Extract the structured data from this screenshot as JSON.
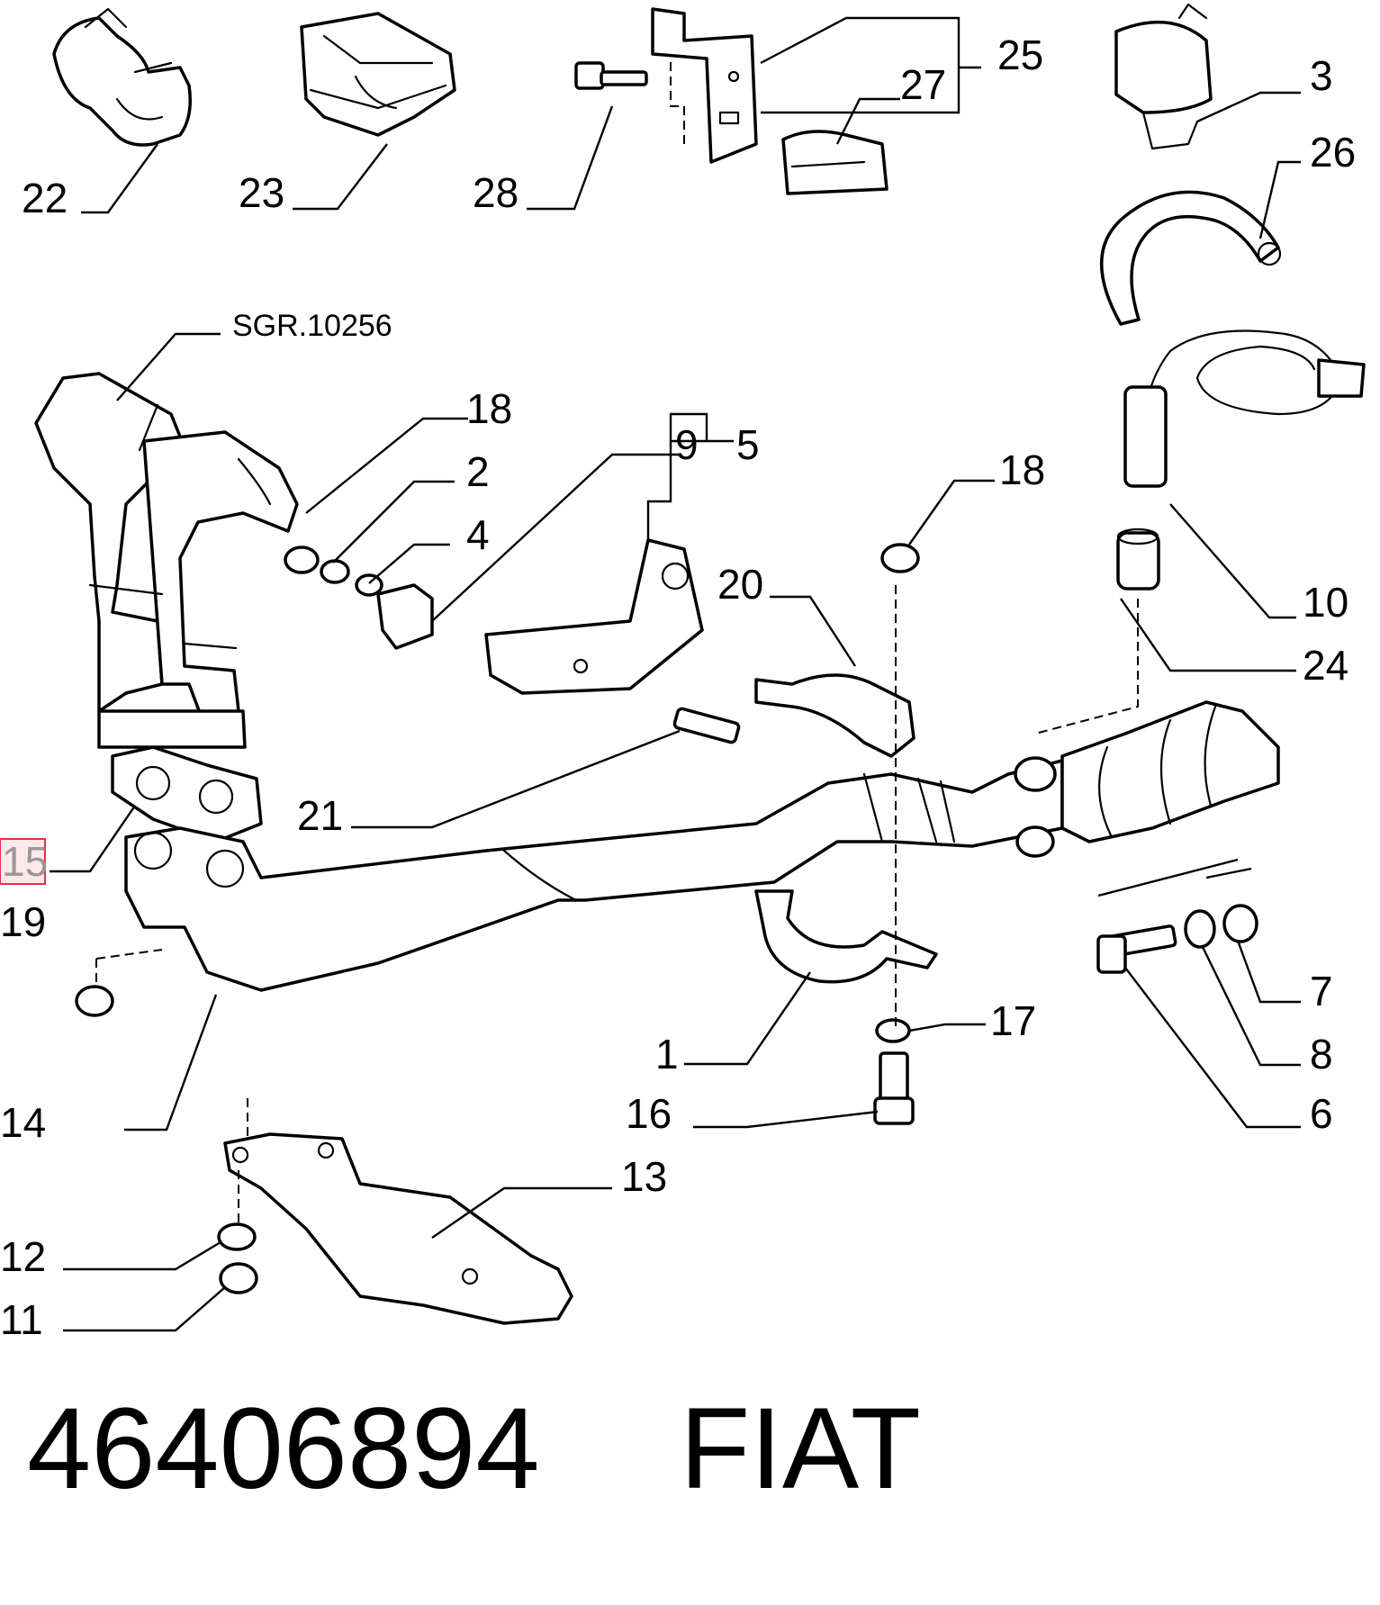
{
  "diagram": {
    "reference": "SGR.10256",
    "callouts": {
      "c1": "1",
      "c2": "2",
      "c3": "3",
      "c4": "4",
      "c5": "5",
      "c6": "6",
      "c7": "7",
      "c8": "8",
      "c9": "9",
      "c10": "10",
      "c11": "11",
      "c12": "12",
      "c13": "13",
      "c14": "14",
      "c15": "15",
      "c16": "16",
      "c17": "17",
      "c18a": "18",
      "c18b": "18",
      "c19": "19",
      "c20": "20",
      "c21": "21",
      "c22": "22",
      "c23": "23",
      "c24": "24",
      "c25": "25",
      "c26": "26",
      "c27": "27",
      "c28": "28"
    },
    "highlighted_callout": "15"
  },
  "footer": {
    "part_number": "46406894",
    "brand": "FIAT"
  }
}
